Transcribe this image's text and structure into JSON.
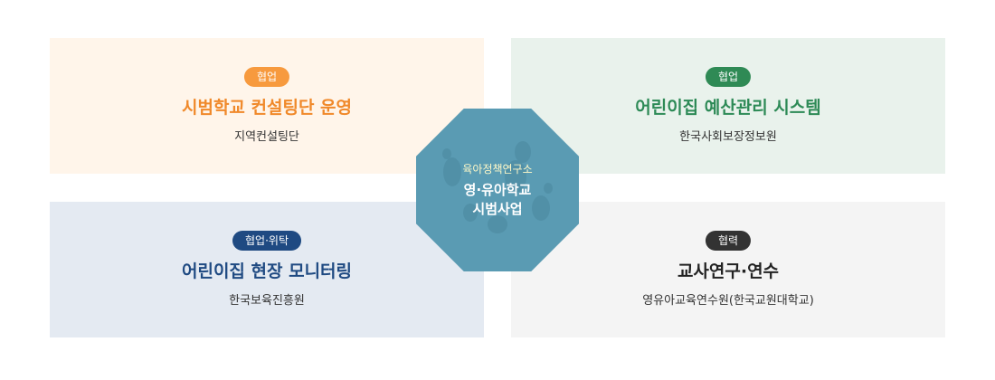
{
  "colors": {
    "orange_accent": "#f0892a",
    "green_accent": "#2d8a56",
    "navy_accent": "#1f4a82",
    "dark_accent": "#333333",
    "center_fill": "#5a9bb3",
    "center_sub_text": "#fff9c8"
  },
  "center": {
    "subtitle": "육아정책연구소",
    "title_line1": "영·유아학교",
    "title_line2": "시범사업"
  },
  "cards": [
    {
      "badge": "협업",
      "title": "시범학교 컨설팅단 운영",
      "subtitle": "지역컨설팅단"
    },
    {
      "badge": "협업",
      "title": "어린이집 예산관리 시스템",
      "subtitle": "한국사회보장정보원"
    },
    {
      "badge": "협업·위탁",
      "title": "어린이집 현장 모니터링",
      "subtitle": "한국보육진흥원"
    },
    {
      "badge": "협력",
      "title": "교사연구·연수",
      "subtitle": "영유아교육연수원(한국교원대학교)"
    }
  ]
}
